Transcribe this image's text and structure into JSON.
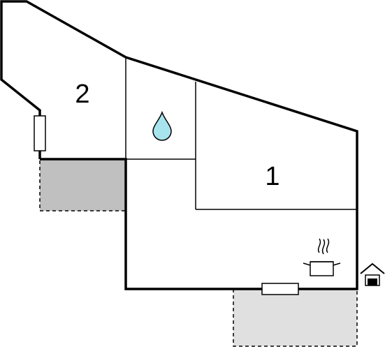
{
  "floorplan": {
    "rooms": [
      {
        "id": "room-2",
        "number": "2"
      },
      {
        "id": "room-1",
        "number": "1"
      }
    ],
    "icons": {
      "bathroom": "water-drop-icon",
      "kitchen": "cooking-pot-icon",
      "entrance": "house-entrance-icon"
    },
    "colors": {
      "walls": "#000000",
      "terrace_dark": "#c0c0c0",
      "terrace_light": "#e0e0e0",
      "water": "#a8e4ee"
    }
  }
}
